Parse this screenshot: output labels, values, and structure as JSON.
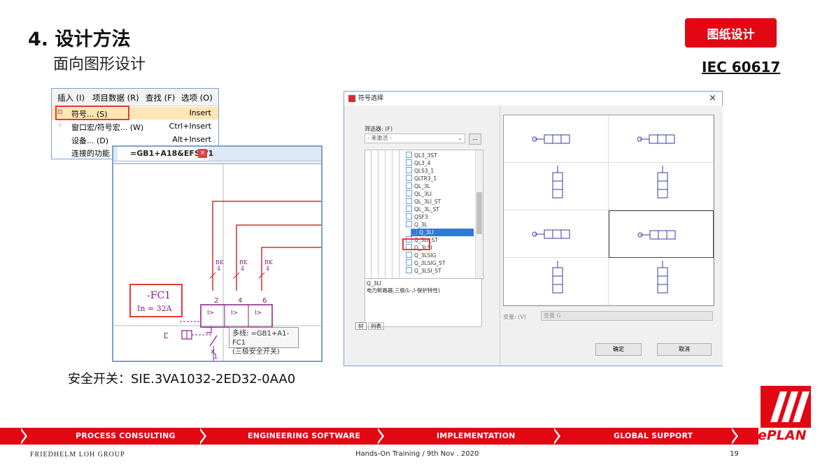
{
  "slide": {
    "title": "4. 设计方法",
    "subtitle": "面向图形设计",
    "badge": "图纸设计",
    "standard": "IEC 60617",
    "caption": "安全开关：SIE.3VA1032-2ED32-0AA0"
  },
  "menu": {
    "bar": [
      "插入 (I)",
      "项目数据 (R)",
      "查找 (F)",
      "选项 (O)"
    ],
    "items": [
      {
        "label": "符号... (S)",
        "shortcut": "Insert",
        "icon": "symbol-icon"
      },
      {
        "label": "窗口宏/符号宏... (W)",
        "shortcut": "Ctrl+Insert",
        "icon": "macro-icon"
      },
      {
        "label": "设备... (D)",
        "shortcut": "Alt+Insert",
        "icon": ""
      },
      {
        "label": "连接的功能",
        "shortcut": "",
        "icon": ""
      }
    ]
  },
  "schematic": {
    "tab": "=GB1+A18&EFS1/1",
    "wire_labels": [
      "BK",
      "4"
    ],
    "pins_top": [
      "2",
      "4",
      "6"
    ],
    "pins_bottom": [
      "1"
    ],
    "device_tag": "-FC1",
    "device_rating": "In = 32A",
    "tooltip_line1": "多线: =GB1+A1-FC1",
    "tooltip_line2": "(三极安全开关)"
  },
  "dialog": {
    "title": "符号选择",
    "filter_label": "筛选器: (F)",
    "filter_value": "- 未激活 -",
    "browse": "...",
    "tree_items": [
      "QL3_3ST",
      "QL3_4",
      "QLS3_1",
      "QLTR3_1",
      "QL_3L",
      "QL_3LI",
      "QL_3LI_ST",
      "QL_3L_ST",
      "QSF3",
      "Q_3L",
      "Q_3LI",
      "Q_3LI_ST",
      "Q_3LSI",
      "Q_3LSIG",
      "Q_3LSIG_ST",
      "Q_3LSI_ST"
    ],
    "selected_item": "Q_3LI",
    "desc_name": "Q_3LI",
    "desc_text": "电力断路器,三极(L-,I-保护特性)",
    "tab_tree": "树",
    "tab_list": "列表",
    "variant_label": "变量: (V)",
    "variant_value": "变量 G",
    "ok": "确定",
    "cancel": "取消"
  },
  "footer": {
    "nav": [
      "PROCESS CONSULTING",
      "ENGINEERING SOFTWARE",
      "IMPLEMENTATION",
      "GLOBAL SUPPORT"
    ],
    "company": "FRIEDHELM LOH GROUP",
    "training": "Hands-On Training / 9th Nov . 2020",
    "page": "19",
    "logo": "ePLAN"
  },
  "colors": {
    "brand_red": "#e30613",
    "schematic_purple": "#8a1a8a",
    "highlight": "#fce6b4",
    "selection_blue": "#3079d6"
  }
}
